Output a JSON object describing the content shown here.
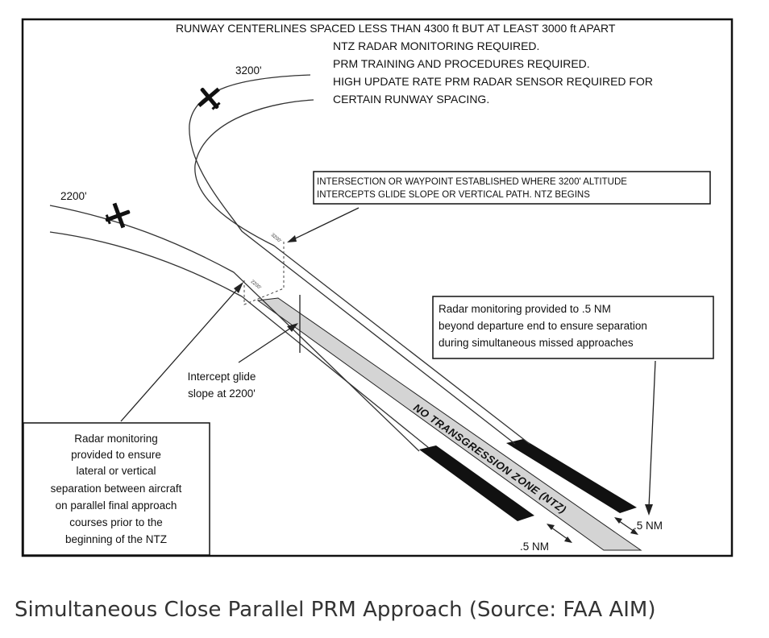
{
  "requirements": {
    "line1": "RUNWAY CENTERLINES SPACED LESS THAN 4300 ft BUT AT LEAST 3000 ft APART",
    "line2": "NTZ RADAR MONITORING REQUIRED.",
    "line3": "PRM TRAINING AND PROCEDURES REQUIRED.",
    "line4": "HIGH UPDATE RATE PRM RADAR SENSOR REQUIRED FOR",
    "line5": "CERTAIN RUNWAY SPACING."
  },
  "altitudes": {
    "high": "3200'",
    "low": "2200'"
  },
  "marker_labels": {
    "high": "3200'",
    "low": "2200'"
  },
  "intersection_box": {
    "line1": "INTERSECTION OR WAYPOINT ESTABLISHED WHERE 3200' ALTITUDE",
    "line2": "INTERCEPTS GLIDE SLOPE OR VERTICAL PATH. NTZ BEGINS"
  },
  "departure_box": {
    "line1": "Radar monitoring provided to .5 NM",
    "line2": "beyond departure end to ensure separation",
    "line3": "during simultaneous missed approaches"
  },
  "intercept_label": {
    "line1": "Intercept glide",
    "line2": "slope at 2200'"
  },
  "lateral_box": {
    "line1": "Radar monitoring",
    "line2": "provided to ensure",
    "line3": "lateral or vertical",
    "line4": "separation between aircraft",
    "line5": "on parallel final approach",
    "line6": "courses prior to the",
    "line7": "beginning of the NTZ"
  },
  "ntz_label": "NO TRANSGRESSION ZONE (NTZ)",
  "distances": {
    "right": ".5 NM",
    "bottom": ".5 NM"
  },
  "caption": "Simultaneous Close Parallel PRM Approach (Source: FAA AIM)",
  "colors": {
    "ntz_fill": "#d4d4d4",
    "runway": "#111111",
    "frame": "#111111"
  },
  "icons": {
    "aircraft": "airplane-icon"
  }
}
